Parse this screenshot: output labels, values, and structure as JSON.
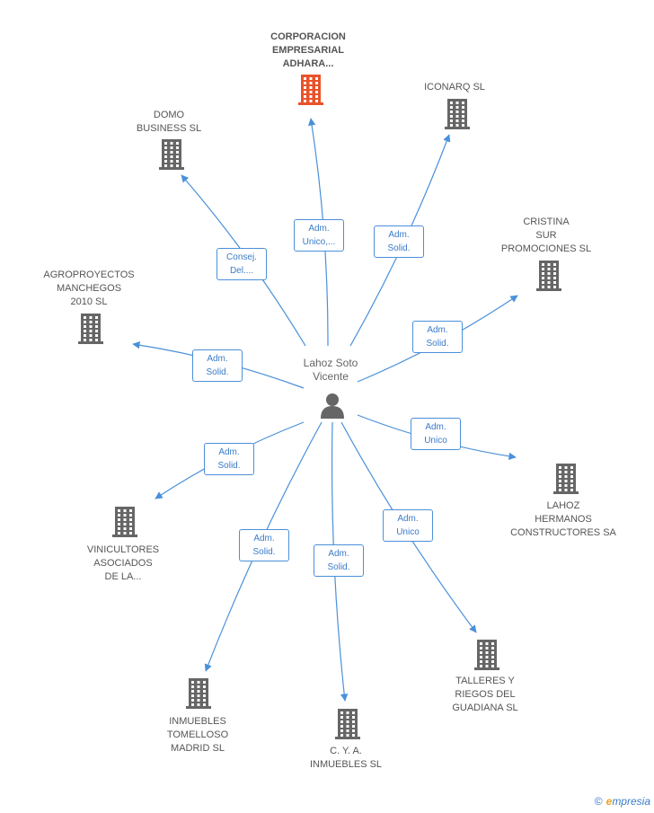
{
  "colors": {
    "edge": "#4a90d9",
    "building": "#666666",
    "main_building": "#e8532b",
    "person": "#666666"
  },
  "person": {
    "line1": "Lahoz Soto",
    "line2": "Vicente",
    "icon": "person-icon"
  },
  "companies": [
    {
      "id": "corporacion",
      "lines": [
        "CORPORACION",
        "EMPRESARIAL",
        "ADHARA..."
      ],
      "main": true
    },
    {
      "id": "iconarq",
      "lines": [
        "ICONARQ SL"
      ]
    },
    {
      "id": "domo",
      "lines": [
        "DOMO",
        "BUSINESS SL"
      ]
    },
    {
      "id": "cristina",
      "lines": [
        "CRISTINA",
        "SUR",
        "PROMOCIONES SL"
      ]
    },
    {
      "id": "agroproyectos",
      "lines": [
        "AGROPROYECTOS",
        "MANCHEGOS",
        "2010 SL"
      ]
    },
    {
      "id": "lahoz",
      "lines": [
        "LAHOZ",
        "HERMANOS",
        "CONSTRUCTORES SA"
      ]
    },
    {
      "id": "vinicultores",
      "lines": [
        "VINICULTORES",
        "ASOCIADOS",
        "DE LA..."
      ]
    },
    {
      "id": "talleres",
      "lines": [
        "TALLERES Y",
        "RIEGOS DEL",
        "GUADIANA SL"
      ]
    },
    {
      "id": "inmuebles-tomelloso",
      "lines": [
        "INMUEBLES",
        "TOMELLOSO",
        "MADRID SL"
      ]
    },
    {
      "id": "cya",
      "lines": [
        "C. Y. A.",
        "INMUEBLES SL"
      ]
    }
  ],
  "edges": [
    {
      "to": "corporacion",
      "label": [
        "Adm.",
        "Unico,..."
      ]
    },
    {
      "to": "iconarq",
      "label": [
        "Adm.",
        "Solid."
      ]
    },
    {
      "to": "domo",
      "label": [
        "Consej.",
        "Del...."
      ]
    },
    {
      "to": "cristina",
      "label": [
        "Adm.",
        "Solid."
      ]
    },
    {
      "to": "agroproyectos",
      "label": [
        "Adm.",
        "Solid."
      ]
    },
    {
      "to": "lahoz",
      "label": [
        "Adm.",
        "Unico"
      ]
    },
    {
      "to": "vinicultores",
      "label": [
        "Adm.",
        "Solid."
      ]
    },
    {
      "to": "talleres",
      "label": [
        "Adm.",
        "Unico"
      ]
    },
    {
      "to": "inmuebles-tomelloso",
      "label": [
        "Adm.",
        "Solid."
      ]
    },
    {
      "to": "cya",
      "label": [
        "Adm.",
        "Solid."
      ]
    }
  ],
  "footer": {
    "copyright": "©",
    "brand_e": "e",
    "brand_rest": "mpresia"
  }
}
